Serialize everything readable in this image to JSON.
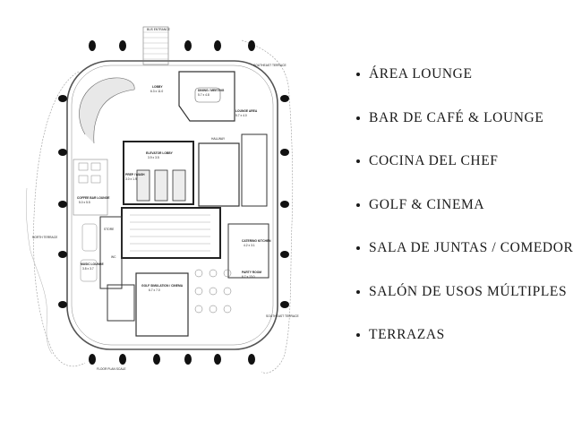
{
  "amenities": [
    "ÁREA LOUNGE",
    "BAR DE CAFÉ & LOUNGE",
    "COCINA DEL CHEF",
    "GOLF & CINEMA",
    "SALA DE JUNTAS / COMEDOR",
    "SALÓN DE USOS MÚLTIPLES",
    "TERRAZAS"
  ],
  "plan_labels": {
    "entrance": "BUS ENTRANCE",
    "north_east_terrace": "SOUTHEAST TERRACE",
    "lobby": "LOBBY",
    "lobby_dims": "6.3 x 11.0",
    "dining": "DINING / MEETING",
    "dining_dims": "5.7 x 4.8",
    "lounge_area": "LOUNGE AREA",
    "lounge_area_dims": "5.7 x 4.0",
    "hallway": "HALLWAY",
    "elevator_lobby": "ELEVATOR LOBBY",
    "elevator_lobby_dims": "3.9 x 3.5",
    "prep_wash": "PREP / WASH",
    "prep_wash_dims": "3.0 x 1.9",
    "coffee_bar": "COFFEE BAR LOUNGE",
    "coffee_bar_dims": "5.0 x 5.5",
    "north_terrace": "NORTH TERRACE",
    "store": "STORE",
    "wc": "WC",
    "music_lounge": "MUSIC LOUNGE",
    "music_lounge_dims": "3.8 x 3.7",
    "catering": "CATERING KITCHEN",
    "catering_dims": "4.2 x 3.1",
    "party_room": "PARTY ROOM",
    "party_room_dims": "6.7 x 13.0",
    "golf_sim": "GOLF SIMULATION / CINEMA",
    "golf_sim_dims": "6.7 x 7.0",
    "southeast_terrace": "SOUTHEAST TERRACE",
    "scale_note": "FLOOR PLAN SCALE"
  }
}
